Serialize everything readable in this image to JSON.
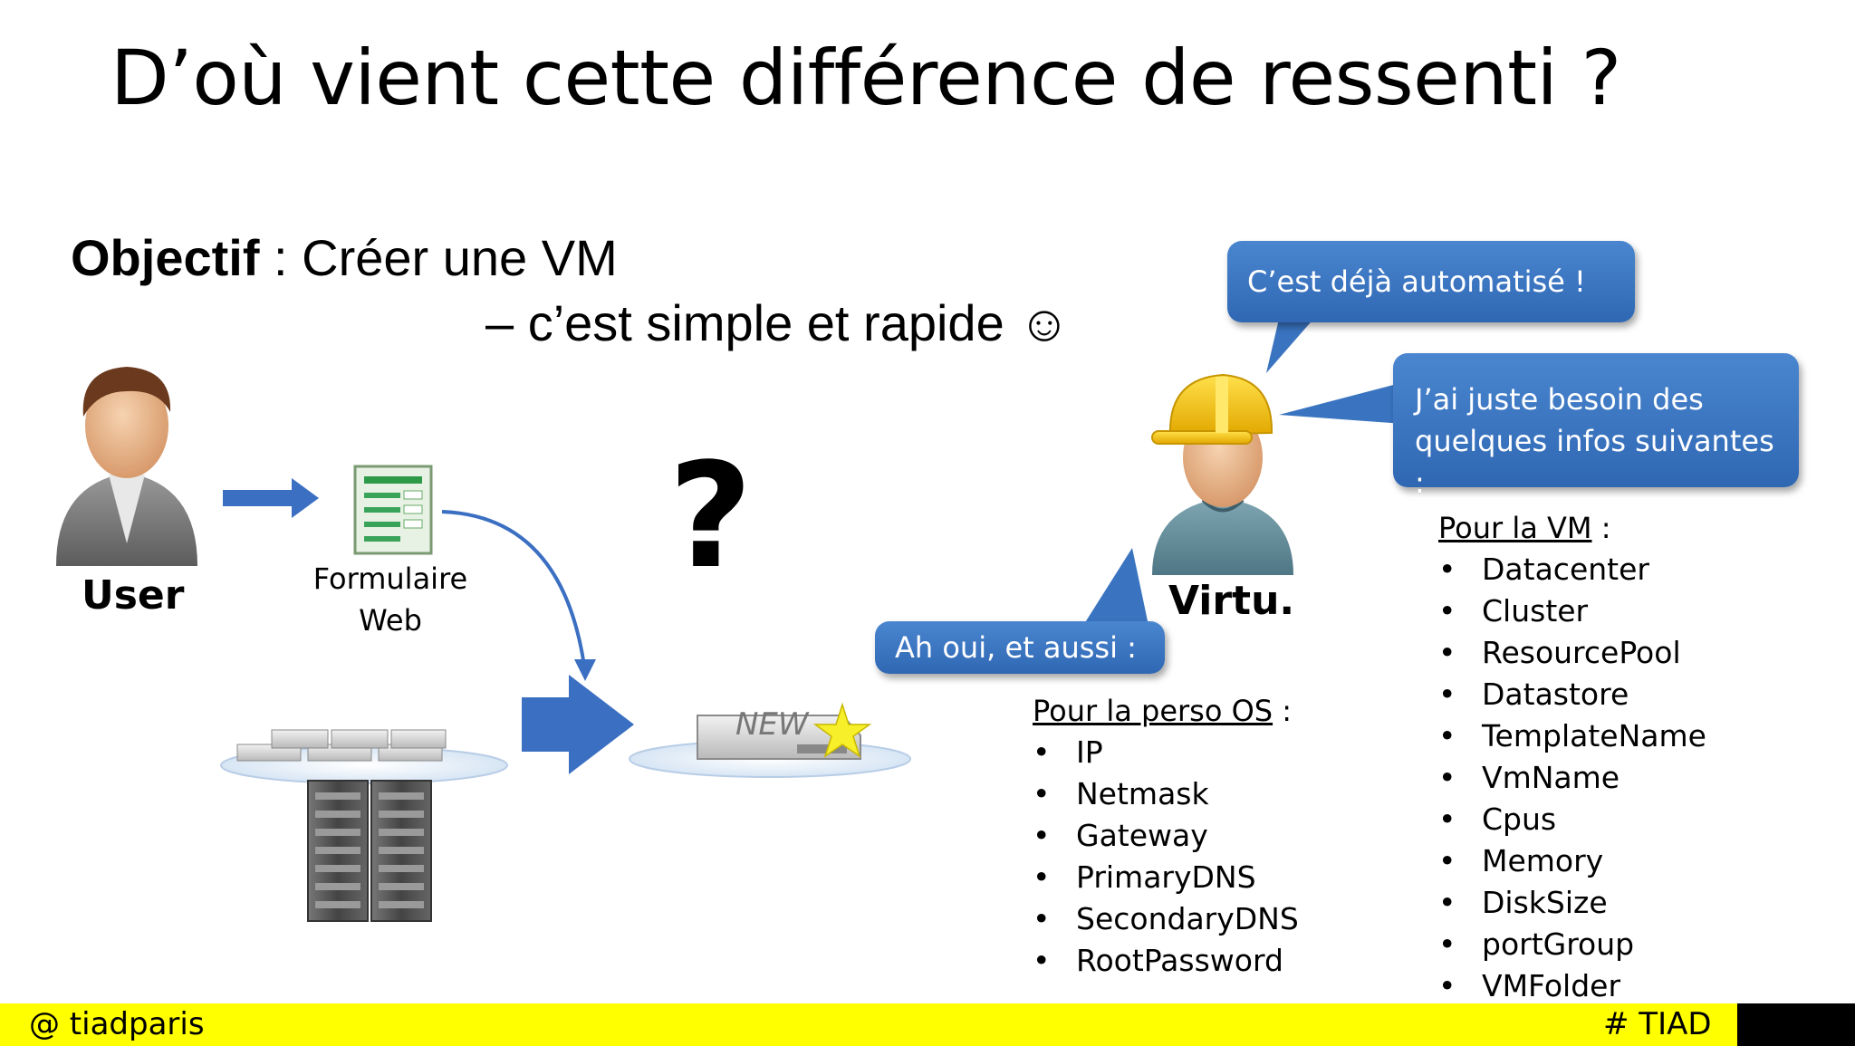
{
  "slide": {
    "title": "D’où vient cette différence de ressenti ?",
    "objective_bold": "Objectif",
    "objective_rest": " : Créer une VM",
    "objective_line2": "– c’est simple et rapide ☺"
  },
  "diagram": {
    "user_label": "User",
    "form_label_line1": "Formulaire",
    "form_label_line2": "Web",
    "question_mark": "?",
    "new_badge": "NEW",
    "virtu_label": "Virtu."
  },
  "bubbles": {
    "already_automated": "C’est déjà automatisé !",
    "need_info_line1": "J’ai juste besoin des",
    "need_info_line2": "quelques infos suivantes :",
    "oh_also": "Ah oui, et aussi :"
  },
  "os_list": {
    "heading": "Pour la perso OS",
    "heading_suffix": " :",
    "items": [
      "IP",
      "Netmask",
      "Gateway",
      "PrimaryDNS",
      "SecondaryDNS",
      "RootPassword"
    ]
  },
  "vm_list": {
    "heading": "Pour la VM",
    "heading_suffix": " :",
    "items": [
      "Datacenter",
      "Cluster",
      "ResourcePool",
      "Datastore",
      "TemplateName",
      "VmName",
      "Cpus",
      "Memory",
      "DiskSize",
      "portGroup",
      "VMFolder"
    ]
  },
  "footer": {
    "left": "@ tiadparis",
    "right": "# TIAD"
  },
  "colors": {
    "bubble_blue": "#3a74c0",
    "arrow_blue": "#3b6fc2",
    "footer_yellow": "#ffff00",
    "helmet_yellow": "#f5c400"
  }
}
